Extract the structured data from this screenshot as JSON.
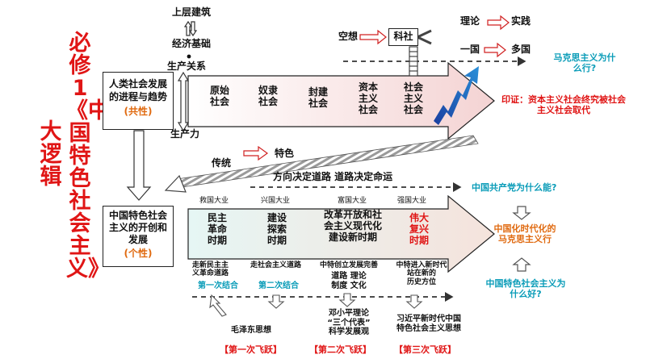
{
  "title_vertical": {
    "col1": "必修1《中国特色社会主义》",
    "col2": "大逻辑"
  },
  "top": {
    "superstructure": "上层建筑",
    "economic_base": "经济基础",
    "relations_of_production": "生产关系",
    "productive_forces": "生产力",
    "box1": {
      "line1": "人类社会发展",
      "line2": "的进程与趋势",
      "tag": "(共性)"
    },
    "stages": [
      {
        "l1": "原始",
        "l2": "社会",
        "l3": ""
      },
      {
        "l1": "奴隶",
        "l2": "社会",
        "l3": ""
      },
      {
        "l1": "封建",
        "l2": "社会",
        "l3": ""
      },
      {
        "l1": "资本",
        "l2": "主义",
        "l3": "社会"
      },
      {
        "l1": "社会",
        "l2": "主义",
        "l3": "社会"
      }
    ],
    "utopian": "空想",
    "scientific": "科社",
    "theory": "理论",
    "practice": "实践",
    "one_country": "一国",
    "many_countries": "多国",
    "q_marxism": {
      "l1": "马克思主义为什",
      "l2": "么行?"
    },
    "proof": {
      "l1": "印证：资本主义社会终究被社会",
      "l2": "主义社会取代"
    }
  },
  "middle": {
    "tradition": "传统",
    "characteristic": "特色",
    "direction": "方向决定道路 道路决定命运",
    "q_cpc": "中国共产党为什么能?"
  },
  "bottom": {
    "box2": {
      "line1": "中国特色社会",
      "line2": "主义的开创和",
      "line3": "发展",
      "tag": "(个性)"
    },
    "eras": [
      "救国大业",
      "兴国大业",
      "富国大业",
      "强国大业"
    ],
    "periods": [
      {
        "l1": "民主",
        "l2": "革命",
        "l3": "时期"
      },
      {
        "l1": "建设",
        "l2": "探索",
        "l3": "时期"
      },
      {
        "l1": "改革开放和社",
        "l2": "会主义现代化",
        "l3": "建设新时期"
      },
      {
        "l1": "伟大",
        "l2": "复兴",
        "l3": "时期"
      }
    ],
    "sinicized": {
      "l1": "中国化时代化的",
      "l2": "马克思主义行"
    },
    "q_socialism": {
      "l1": "中国特色社会主义为",
      "l2": "什么好?"
    },
    "roads": [
      {
        "l1": "走新民主主",
        "l2": "义革命道路"
      },
      {
        "l1": "走社会主义道路",
        "l2": ""
      },
      {
        "l1": "中特创立发展完善",
        "l2": ""
      },
      {
        "l1": "中特进入新时代",
        "l2": "站在新的",
        "l3": "历史方位"
      }
    ],
    "combo1": "第一次结合",
    "combo2": "第二次结合",
    "sub_items": {
      "l1": "道路 理论",
      "l2": "制度 文化"
    },
    "thought1": "毛泽东思想",
    "thought2": {
      "l1": "邓小平理论",
      "l2": "“三个代表”",
      "l3": "科学发展观"
    },
    "thought3": {
      "l1": "习近平新时代中国",
      "l2": "特色社会主义思想"
    },
    "leaps": [
      "【第一次飞跃】",
      "【第二次飞跃】",
      "【第三次飞跃】"
    ]
  },
  "colors": {
    "red": "#e01515",
    "teal": "#0a9cb8",
    "orange": "#e06a10",
    "arrow_fill": "#f2f2f2"
  }
}
